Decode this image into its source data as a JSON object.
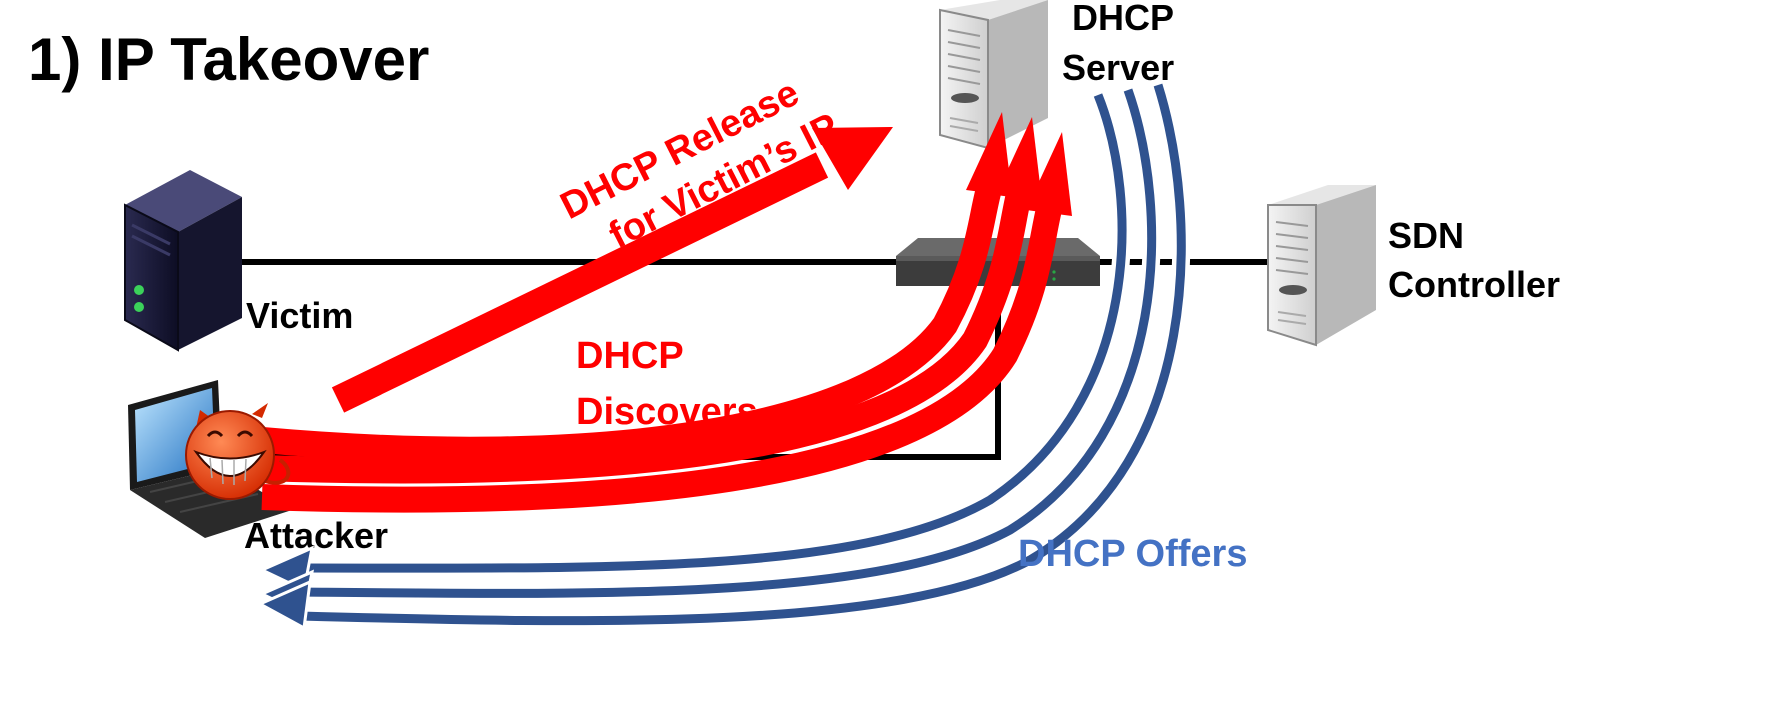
{
  "title": "1) IP Takeover",
  "nodes": {
    "dhcp_server": {
      "line1": "DHCP",
      "line2": "Server"
    },
    "sdn_controller": {
      "line1": "SDN",
      "line2": "Controller"
    },
    "victim": {
      "label": "Victim"
    },
    "attacker": {
      "label": "Attacker"
    }
  },
  "messages": {
    "release": {
      "line1": "DHCP Release",
      "line2": "for Victim’s IP"
    },
    "discovers": {
      "line1": "DHCP",
      "line2": "Discovers"
    },
    "offers": {
      "label": "DHCP Offers"
    }
  },
  "colors": {
    "attack": "#ff0000",
    "offers": "#2f528f",
    "offers_text": "#4472c4",
    "link": "#000000",
    "text": "#000000"
  }
}
